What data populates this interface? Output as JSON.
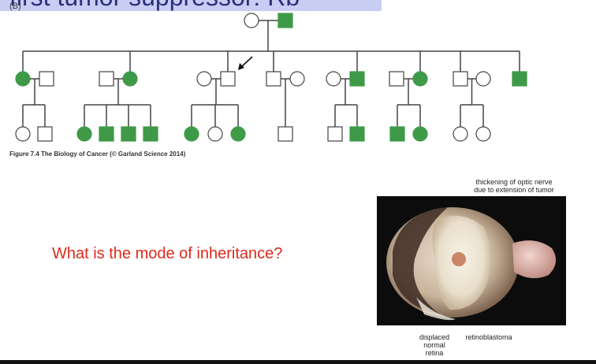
{
  "slide": {
    "title": "first tumor suppressor: Rb",
    "panel_label": "(B)",
    "caption": "Figure 7.4 The Biology of Cancer (© Garland Science 2014)",
    "question": "What is the mode of inheritance?"
  },
  "photo_labels": {
    "optic_nerve": [
      "thickening of optic nerve",
      "due to extension of tumor"
    ],
    "retina": [
      "displaced",
      "normal",
      "retina"
    ],
    "tumor": "retinoblastoma"
  },
  "colors": {
    "affected": "#3f9a48",
    "question_text": "#e0281c",
    "title_band": "#c9cdf3"
  },
  "pedigree": {
    "founders": [
      {
        "sex": "female",
        "affected": false
      },
      {
        "sex": "male",
        "affected": true
      }
    ],
    "families": [
      {
        "sib": {
          "sex": "female",
          "affected": true
        },
        "spouse": {
          "sex": "male",
          "affected": false
        },
        "children": [
          {
            "sex": "female",
            "affected": false
          },
          {
            "sex": "male",
            "affected": false
          }
        ]
      },
      {
        "sib": {
          "sex": "female",
          "affected": true
        },
        "spouse": {
          "sex": "male",
          "affected": false
        },
        "children": [
          {
            "sex": "female",
            "affected": true
          },
          {
            "sex": "male",
            "affected": true
          },
          {
            "sex": "male",
            "affected": true
          },
          {
            "sex": "male",
            "affected": true
          }
        ]
      },
      {
        "sib": {
          "sex": "male",
          "affected": false,
          "proband": true
        },
        "spouse": {
          "sex": "female",
          "affected": false
        },
        "children": [
          {
            "sex": "female",
            "affected": true
          },
          {
            "sex": "female",
            "affected": false
          },
          {
            "sex": "female",
            "affected": true
          }
        ]
      },
      {
        "sib": {
          "sex": "male",
          "affected": false
        },
        "spouse": {
          "sex": "female",
          "affected": false
        },
        "children": [
          {
            "sex": "male",
            "affected": false
          }
        ]
      },
      {
        "sib": {
          "sex": "male",
          "affected": true
        },
        "spouse": {
          "sex": "female",
          "affected": false
        },
        "children": [
          {
            "sex": "male",
            "affected": false
          },
          {
            "sex": "male",
            "affected": true
          }
        ]
      },
      {
        "sib": {
          "sex": "female",
          "affected": true
        },
        "spouse": {
          "sex": "male",
          "affected": false
        },
        "children": [
          {
            "sex": "male",
            "affected": true
          },
          {
            "sex": "female",
            "affected": true
          }
        ]
      },
      {
        "sib": {
          "sex": "male",
          "affected": false
        },
        "spouse": {
          "sex": "female",
          "affected": false
        },
        "children": [
          {
            "sex": "female",
            "affected": false
          },
          {
            "sex": "female",
            "affected": false
          }
        ]
      },
      {
        "sib": {
          "sex": "male",
          "affected": true
        },
        "spouse": null,
        "children": []
      }
    ]
  }
}
